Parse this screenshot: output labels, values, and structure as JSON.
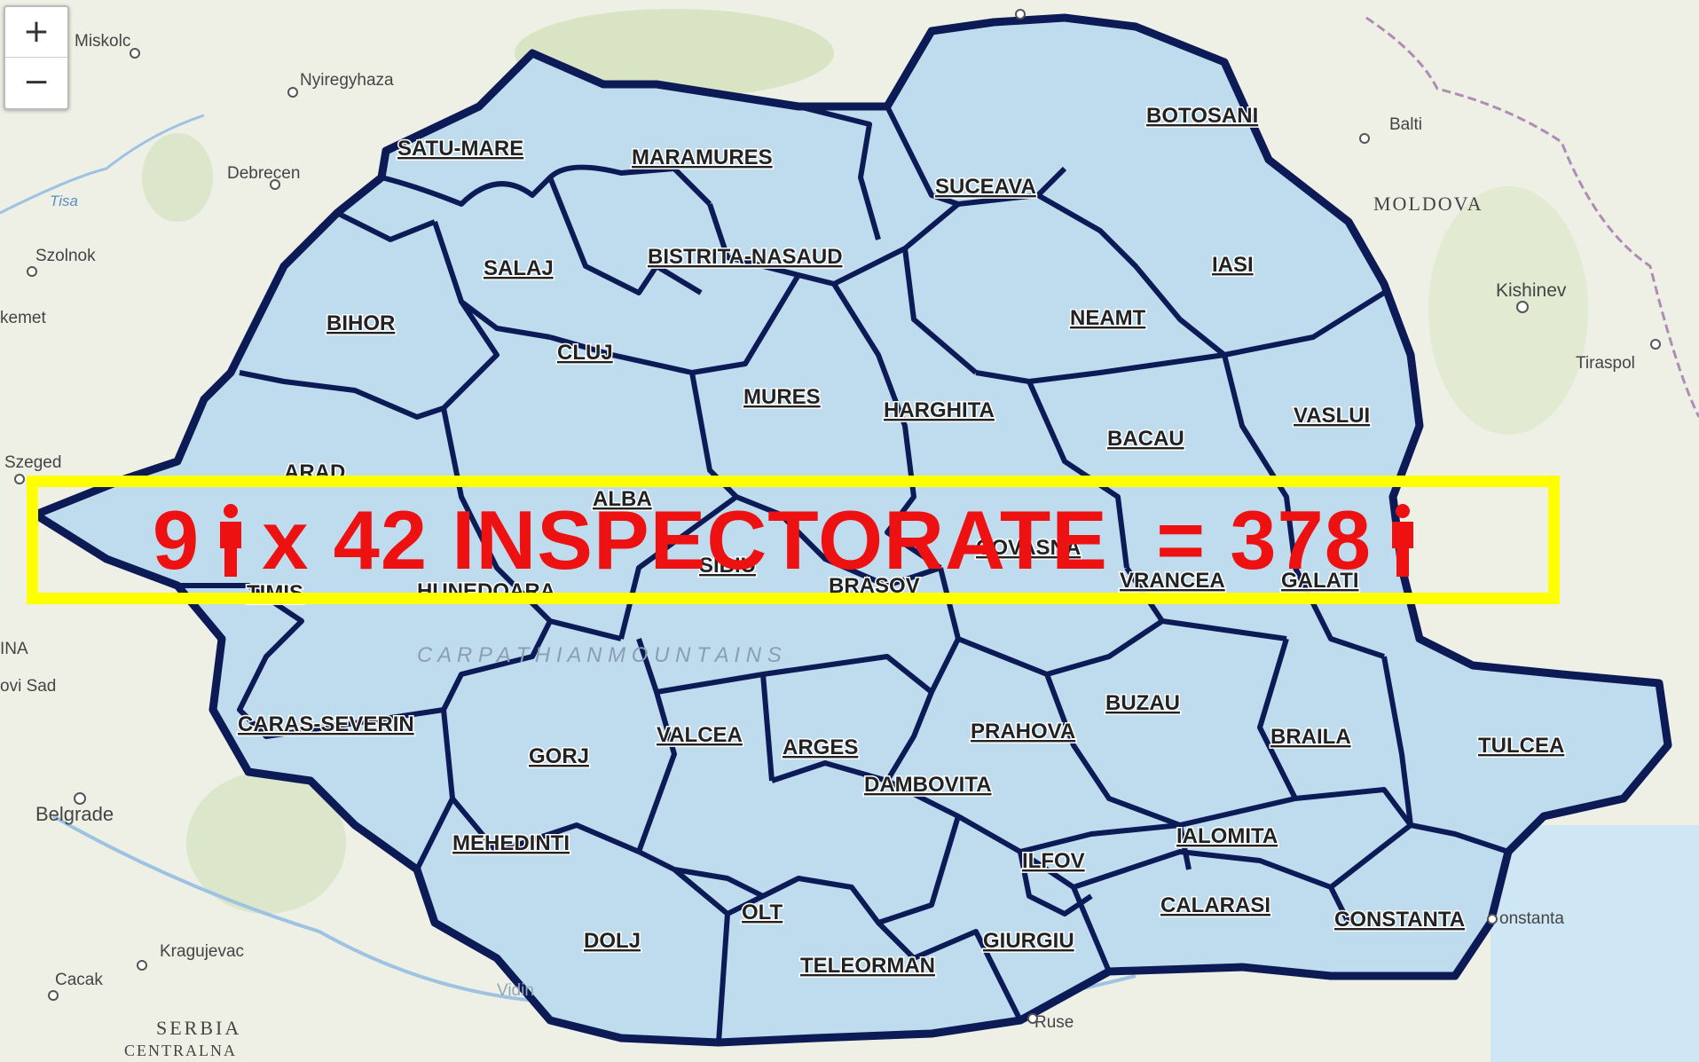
{
  "colors": {
    "county_fill": "#bfdcef",
    "county_border": "#0c1a56",
    "banner_border": "#ffff00",
    "banner_text": "#ee1111",
    "background": "#eef0e6"
  },
  "zoom": {
    "in_label": "+",
    "out_label": "−"
  },
  "banner": {
    "count_people": "9",
    "times_text": "x 42 INSPECTORATE  = 378",
    "icon": "person-icon"
  },
  "counties": [
    "SATU-MARE",
    "MARAMURES",
    "BOTOSANI",
    "SUCEAVA",
    "IASI",
    "SALAJ",
    "BISTRITA-NASAUD",
    "BIHOR",
    "CLUJ",
    "NEAMT",
    "MURES",
    "HARGHITA",
    "VASLUI",
    "BACAU",
    "ARAD",
    "ALBA",
    "COVASNA",
    "SIBIU",
    "BRASOV",
    "VRANCEA",
    "GALATI",
    "TIMIS",
    "HUNEDOARA",
    "BUZAU",
    "CARAS-SEVERIN",
    "VALCEA",
    "PRAHOVA",
    "BRAILA",
    "TULCEA",
    "GORJ",
    "ARGES",
    "DAMBOVITA",
    "MEHEDINTI",
    "IALOMITA",
    "ILFOV",
    "CALARASI",
    "OLT",
    "CONSTANTA",
    "DOLJ",
    "GIURGIU",
    "TELEORMAN"
  ],
  "places": {
    "miskolc": "Miskolc",
    "nyiregyhaza": "Nyiregyhaza",
    "debrecen": "Debrecen",
    "szolnok": "Szolnok",
    "kecskemet": "kemet",
    "szeged": "Szeged",
    "novi_sad": "ovi Sad",
    "ina": "INA",
    "belgrade": "Belgrade",
    "kragujevac": "Kragujevac",
    "cacak": "Cacak",
    "serbia": "SERBIA",
    "centralna": "CENTRALNA",
    "balti": "Balti",
    "moldova": "MOLDOVA",
    "kishinev": "Kishinev",
    "tiraspol": "Tiraspol",
    "ruse": "Ruse",
    "constanta": "onstanta",
    "vidin": "Vidin",
    "tisa": "Tisa",
    "carpathian": "C A R P A T H I A N   M O U N T A I N S"
  }
}
